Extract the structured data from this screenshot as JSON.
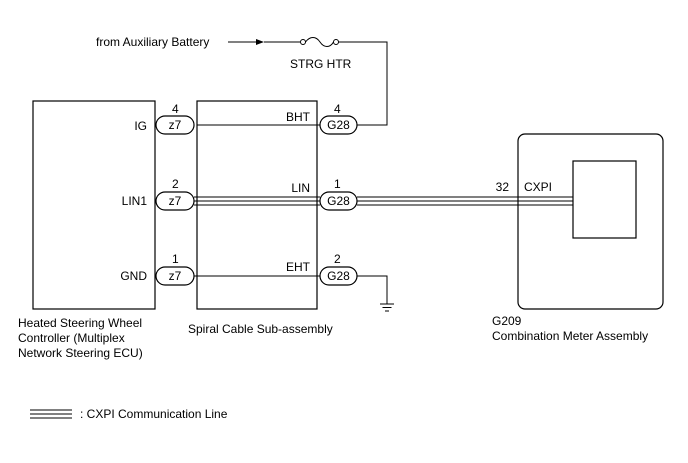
{
  "source_label": "from Auxiliary Battery",
  "fuse_label": "STRG HTR",
  "components": {
    "ecu": {
      "name_lines": [
        "Heated Steering Wheel",
        "Controller (Multiplex",
        "Network Steering ECU)"
      ]
    },
    "spiral": {
      "name": "Spiral Cable Sub-assembly"
    },
    "meter": {
      "code": "G209",
      "name": "Combination Meter Assembly"
    }
  },
  "circuits": [
    {
      "ecu_terminal": "IG",
      "ecu_pin": "4",
      "ecu_connector": "z7",
      "spiral_terminal": "BHT",
      "spiral_pin": "4",
      "spiral_connector": "G28"
    },
    {
      "ecu_terminal": "LIN1",
      "ecu_pin": "2",
      "ecu_connector": "z7",
      "spiral_terminal": "LIN",
      "spiral_pin": "1",
      "spiral_connector": "G28",
      "meter_pin": "32",
      "meter_terminal": "CXPI"
    },
    {
      "ecu_terminal": "GND",
      "ecu_pin": "1",
      "ecu_connector": "z7",
      "spiral_terminal": "EHT",
      "spiral_pin": "2",
      "spiral_connector": "G28"
    }
  ],
  "legend": {
    "text": ": CXPI Communication Line"
  },
  "icons": {
    "fuse": "fuse-icon",
    "ground": "ground-icon",
    "arrow": "arrow-right-icon"
  }
}
